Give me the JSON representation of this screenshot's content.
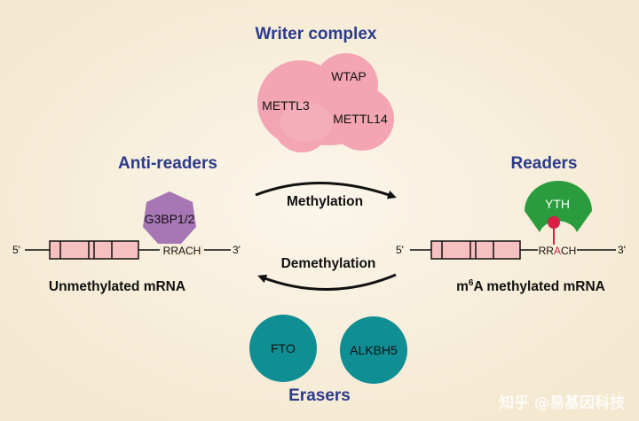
{
  "titles": {
    "writer": "Writer complex",
    "anti_readers": "Anti-readers",
    "readers": "Readers",
    "erasers": "Erasers"
  },
  "writer_complex": {
    "wtap": "WTAP",
    "mettl3": "METTL3",
    "mettl14": "METTL14"
  },
  "arrows": {
    "methylation": "Methylation",
    "demethylation": "Demethylation"
  },
  "left_mrna": {
    "five_prime": "5'",
    "three_prime": "3'",
    "motif": "RRACH",
    "binder": "G3BP1/2",
    "caption": "Unmethylated mRNA"
  },
  "right_mrna": {
    "five_prime": "5'",
    "three_prime": "3'",
    "motif_prefix": "RR",
    "motif_a": "A",
    "motif_suffix": "CH",
    "binder": "YTH",
    "caption_m": "m",
    "caption_sup": "6",
    "caption_rest": "A methylated mRNA"
  },
  "erasers": {
    "fto": "FTO",
    "alkbh5": "ALKBH5"
  },
  "watermark": "知乎 @易基因科技",
  "colors": {
    "title": "#2b3a8c",
    "writer_pink": "#f3a5b4",
    "exon_fill": "#f7c0c0",
    "g3bp_purple": "#a777b5",
    "yth_green": "#2b9c3d",
    "eraser_teal": "#0f8e94",
    "methyl_red": "#d81f45"
  }
}
